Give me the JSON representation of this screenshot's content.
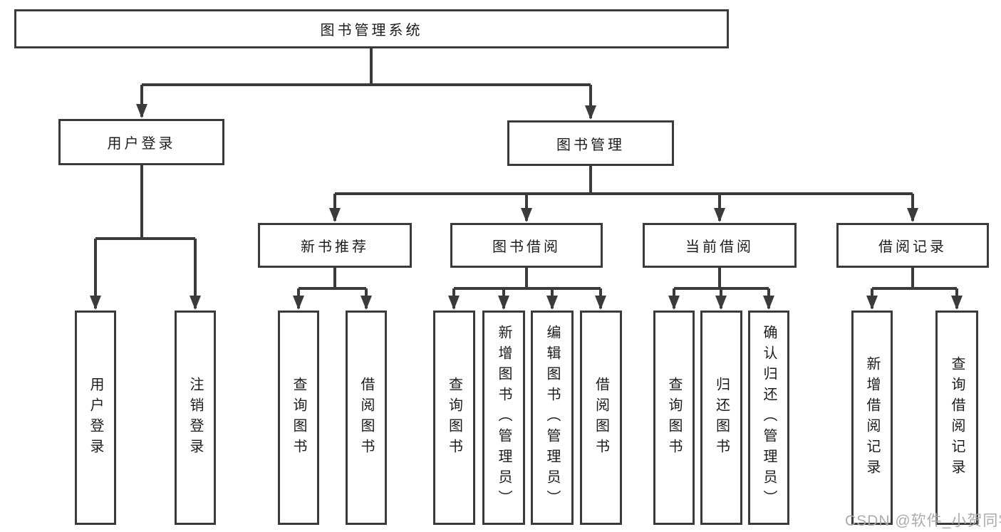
{
  "tree": {
    "label": "图书管理系统",
    "children": [
      {
        "label": "用户登录",
        "children": [
          {
            "label": "用户登录"
          },
          {
            "label": "注销登录"
          }
        ]
      },
      {
        "label": "图书管理",
        "children": [
          {
            "label": "新书推荐",
            "children": [
              {
                "label": "查询图书"
              },
              {
                "label": "借阅图书"
              }
            ]
          },
          {
            "label": "图书借阅",
            "children": [
              {
                "label": "查询图书"
              },
              {
                "label": "新增图书（管理员）"
              },
              {
                "label": "编辑图书（管理员）"
              },
              {
                "label": "借阅图书"
              }
            ]
          },
          {
            "label": "当前借阅",
            "children": [
              {
                "label": "查询图书"
              },
              {
                "label": "归还图书"
              },
              {
                "label": "确认归还（管理员）"
              }
            ]
          },
          {
            "label": "借阅记录",
            "children": [
              {
                "label": "新增借阅记录"
              },
              {
                "label": "查询借阅记录"
              }
            ]
          }
        ]
      }
    ]
  },
  "watermark": "CSDN @软件_小贺同学",
  "colors": {
    "line": "#3b3b3b",
    "text": "#1c1c1c",
    "watermark": "#a8a8a8",
    "background": "#ffffff"
  }
}
